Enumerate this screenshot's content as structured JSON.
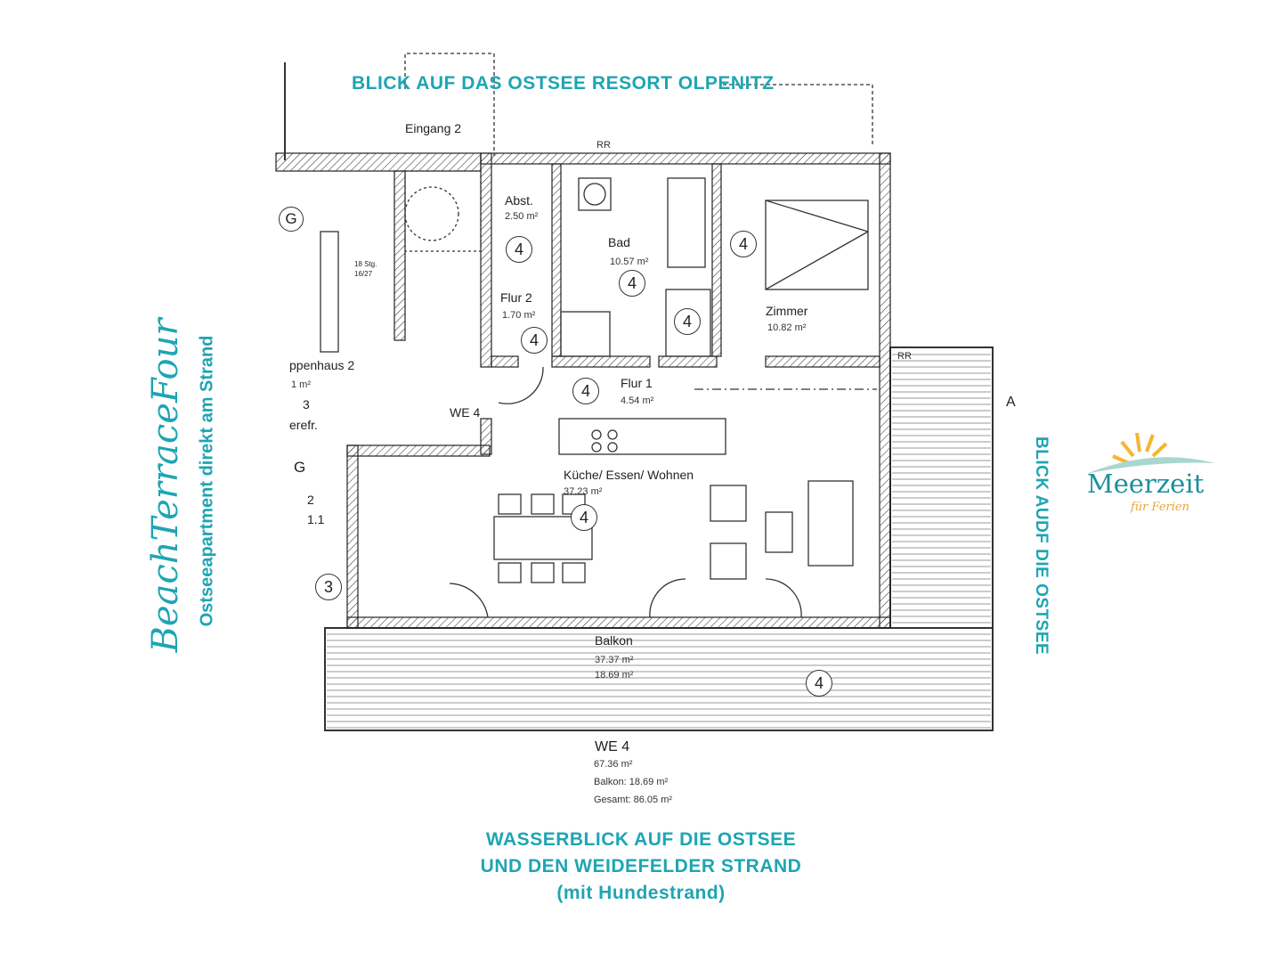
{
  "views": {
    "top": "BLICK AUF DAS OSTSEE RESORT OLPENITZ",
    "right": "BLICK AUDF DIE OSTSEE",
    "bottom": [
      "WASSERBLICK AUF DIE OSTSEE",
      "UND DEN WEIDEFELDER STRAND",
      "(mit Hundestrand)"
    ]
  },
  "title": {
    "script": "BeachTerraceFour",
    "subtitle": "Ostseeapartment direkt am Strand"
  },
  "logo": {
    "name": "Meerzeit",
    "tagline": "für Ferien"
  },
  "plan": {
    "eingang": "Eingang 2",
    "rr1": "RR",
    "rr2": "RR",
    "section": "A",
    "abst": {
      "name": "Abst.",
      "area": "2.50 m²"
    },
    "bad": {
      "name": "Bad",
      "area": "10.57 m²"
    },
    "flur2": {
      "name": "Flur 2",
      "area": "1.70 m²"
    },
    "zimmer": {
      "name": "Zimmer",
      "area": "10.82 m²"
    },
    "flur1": {
      "name": "Flur 1",
      "area": "4.54 m²"
    },
    "we": "WE 4",
    "kueche": {
      "name": "Küche/ Essen/ Wohnen",
      "area": "37.23 m²"
    },
    "balkon": {
      "name": "Balkon",
      "area1": "37.37 m²",
      "area2": "18.69 m²"
    },
    "stair": {
      "g": "G",
      "steps": "18 Stg.",
      "ratio": "16/27",
      "name": "ppenhaus 2",
      "area": "1 m²",
      "num": "3",
      "note": "erefr.",
      "g2": "G",
      "n2": "2",
      "n3": "1.1",
      "n4": "3"
    },
    "marker": "4",
    "summary": {
      "name": "WE 4",
      "area": "67.36 m²",
      "balkon": "Balkon: 18.69 m²",
      "gesamt": "Gesamt: 86.05 m²"
    }
  },
  "colors": {
    "accent": "#1ea5b3",
    "sun": "#f3b632"
  }
}
